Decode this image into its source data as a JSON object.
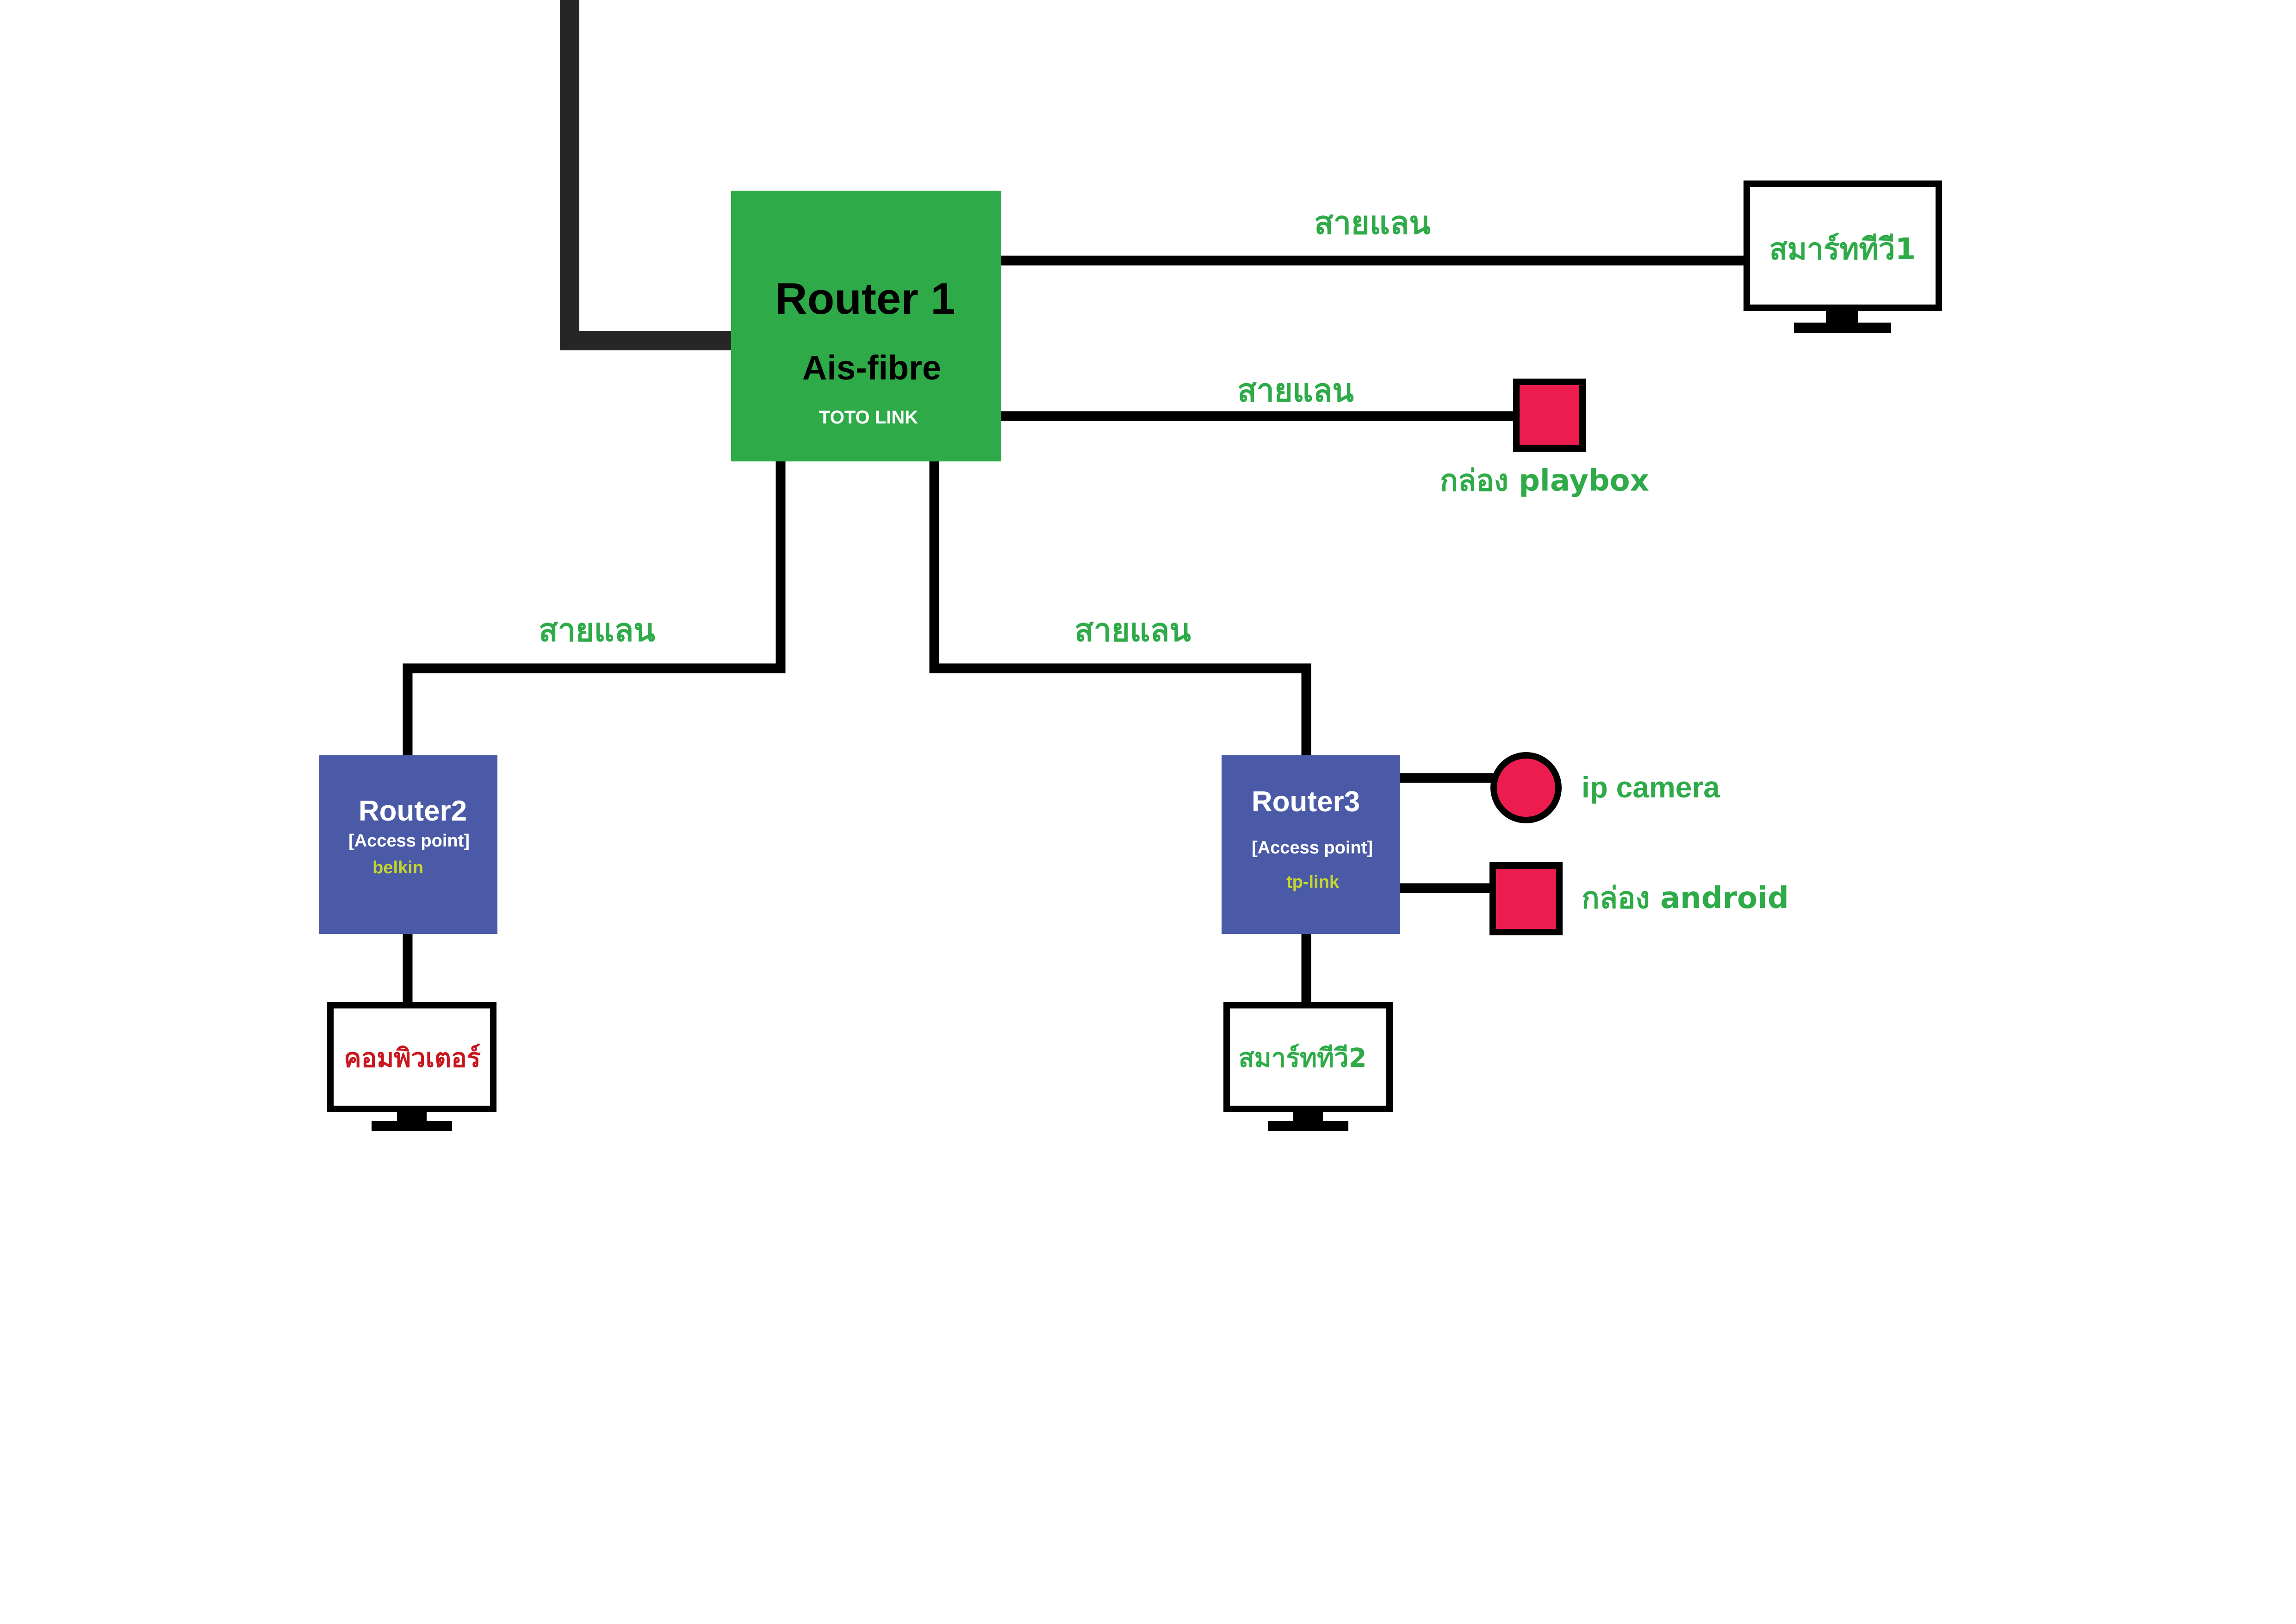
{
  "colors": {
    "line": "#000000",
    "uplink": "#262626",
    "main_router_fill": "#2eab48",
    "ap_router_fill": "#4a5aa7",
    "device_fill": "#ed1c4f",
    "label_green": "#2eab48",
    "label_red": "#c8171e",
    "label_lime": "#c4d62e",
    "text_black": "#000000",
    "text_white": "#ffffff"
  },
  "links": {
    "lan_label": "สายแลน"
  },
  "router1": {
    "title": "Router 1",
    "subtitle": "Ais-fibre",
    "brand": "TOTO LINK"
  },
  "router2": {
    "title": "Router2",
    "mode": "[Access point]",
    "brand": "belkin"
  },
  "router3": {
    "title": "Router3",
    "mode": "[Access point]",
    "brand": "tp-link"
  },
  "devices": {
    "smart_tv_1": "สมาร์ททีวี1",
    "playbox": "กล่อง playbox",
    "ip_camera": "ip camera",
    "android_box": "กล่อง android",
    "computer": "คอมพิวเตอร์",
    "smart_tv_2": "สมาร์ททีวี2"
  }
}
